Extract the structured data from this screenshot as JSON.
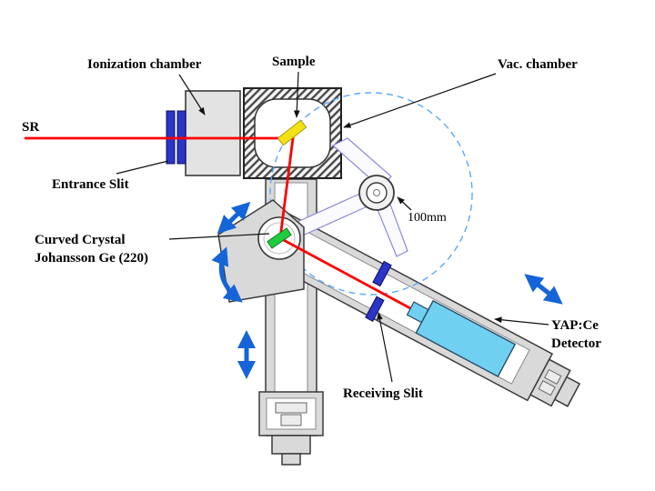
{
  "diagram": {
    "labels": {
      "ionization_chamber": "Ionization chamber",
      "sample": "Sample",
      "vac_chamber": "Vac. chamber",
      "sr": "SR",
      "entrance_slit": "Entrance Slit",
      "curved_crystal_1": "Curved Crystal",
      "curved_crystal_2": "Johansson Ge (220)",
      "distance_100mm": "100mm",
      "receiving_slit": "Receiving Slit",
      "detector_name": "YAP:Ce",
      "detector_word": "Detector"
    },
    "colors": {
      "beam": "#ff0000",
      "slit": "#2b35c8",
      "sample": "#f2e114",
      "crystal": "#1ecb3c",
      "detector": "#6fd0f2",
      "arrow": "#1565d8",
      "rowland": "#5aa8ff",
      "linkage": "#8a8ade"
    }
  }
}
